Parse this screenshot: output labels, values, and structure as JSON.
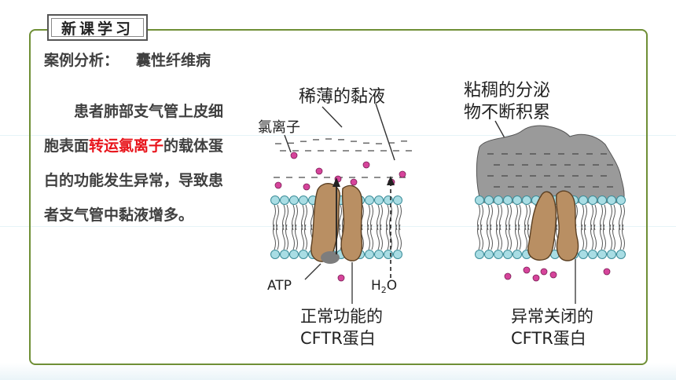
{
  "section_tag": "新课学习",
  "case": {
    "label": "案例分析：",
    "topic": "囊性纤维病"
  },
  "paragraph": {
    "part1": "患者肺部支气管上皮细胞表面",
    "highlight": "转运氯离子",
    "part2": "的载体蛋白的功能发生异常，导致患者支气管中黏液增多。"
  },
  "diagram": {
    "left": {
      "mucus_label": "稀薄的黏液",
      "ion_label": "氯离子",
      "atp_label": "ATP",
      "water_label": "H",
      "water_sub": "2",
      "water_tail": "O",
      "caption_line1": "正常功能的",
      "caption_line2": "CFTR蛋白"
    },
    "right": {
      "secretion_line1": "粘稠的分泌",
      "secretion_line2": "物不断积累",
      "caption_line1": "异常关闭的",
      "caption_line2": "CFTR蛋白"
    },
    "colors": {
      "head": "#a9dde4",
      "head_stroke": "#3b8c98",
      "protein": "#b98f63",
      "protein_stroke": "#5a3f22",
      "ion": "#d6449b",
      "mucus": "#9a9a9a"
    }
  }
}
